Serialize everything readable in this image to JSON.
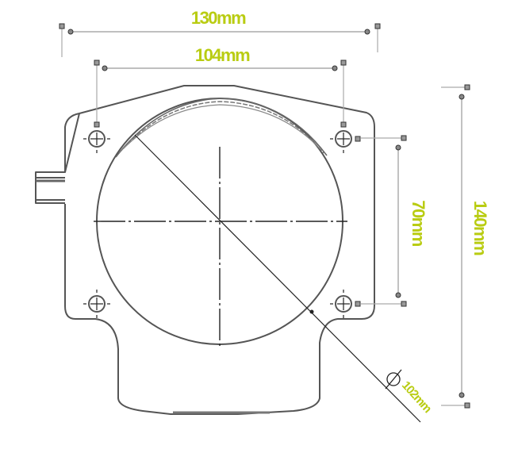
{
  "diagram": {
    "type": "technical-drawing",
    "subject": "throttle body adapter flange",
    "colors": {
      "dimension_text": "#b9cc12",
      "outline": "#555555",
      "dimension_line": "#999999",
      "background": "#ffffff"
    },
    "dimensions": {
      "overall_width": {
        "label": "130mm",
        "orientation": "horizontal"
      },
      "bolt_spacing_horizontal": {
        "label": "104mm",
        "orientation": "horizontal"
      },
      "bolt_spacing_vertical": {
        "label": "70mm",
        "orientation": "vertical"
      },
      "overall_height": {
        "label": "140mm",
        "orientation": "vertical"
      },
      "bore_diameter": {
        "label": "102mm",
        "symbol": "⌀",
        "orientation": "diagonal"
      }
    },
    "features": {
      "bolt_holes": [
        {
          "name": "top-left"
        },
        {
          "name": "top-right"
        },
        {
          "name": "bottom-left"
        },
        {
          "name": "bottom-right"
        }
      ],
      "bore": "circular opening",
      "side_tab": "left mounting tab",
      "neck": "lower rectangular neck"
    }
  }
}
